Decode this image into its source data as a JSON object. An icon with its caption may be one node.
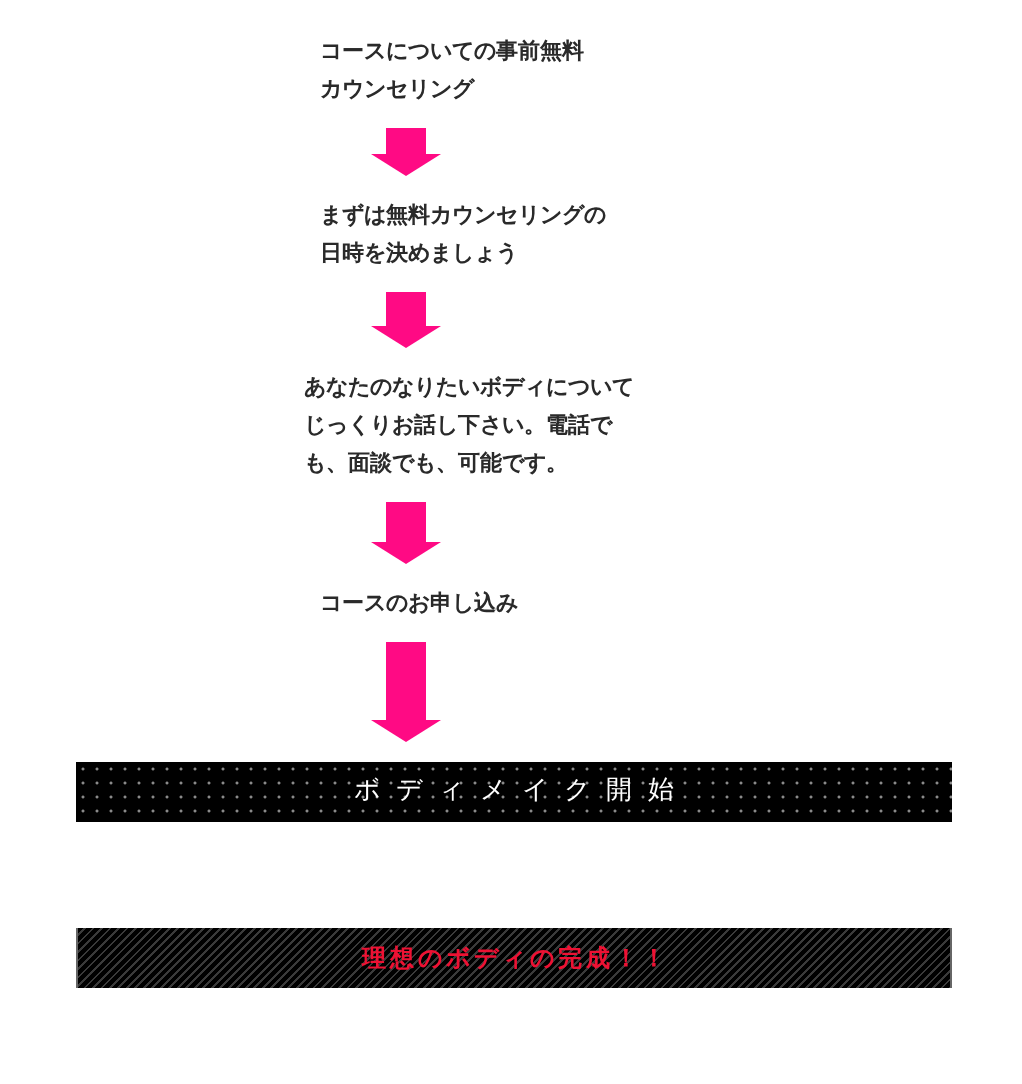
{
  "diagram": {
    "nodes": [
      {
        "text": [
          "コースについての事前無料カウンセリング"
        ]
      },
      {
        "text": [
          "まずは無料カウンセリングの日時を決めましょう"
        ]
      },
      {
        "text": [
          "あなたのなりたいボディについてじっくりお話し下さい。電話でも、面談でも、可能です。"
        ]
      },
      {
        "text": [
          "コースのお申し込み"
        ]
      },
      {
        "text": [
          "ボディメイク開始"
        ]
      },
      {
        "text": [
          "理想のボディの完成！！"
        ]
      }
    ],
    "edges": [
      {
        "from": 0,
        "to": 1,
        "arrow": "to"
      },
      {
        "from": 1,
        "to": 2,
        "arrow": "to"
      },
      {
        "from": 2,
        "to": 3,
        "arrow": "to"
      },
      {
        "from": 3,
        "to": 4,
        "arrow": "to"
      }
    ]
  }
}
